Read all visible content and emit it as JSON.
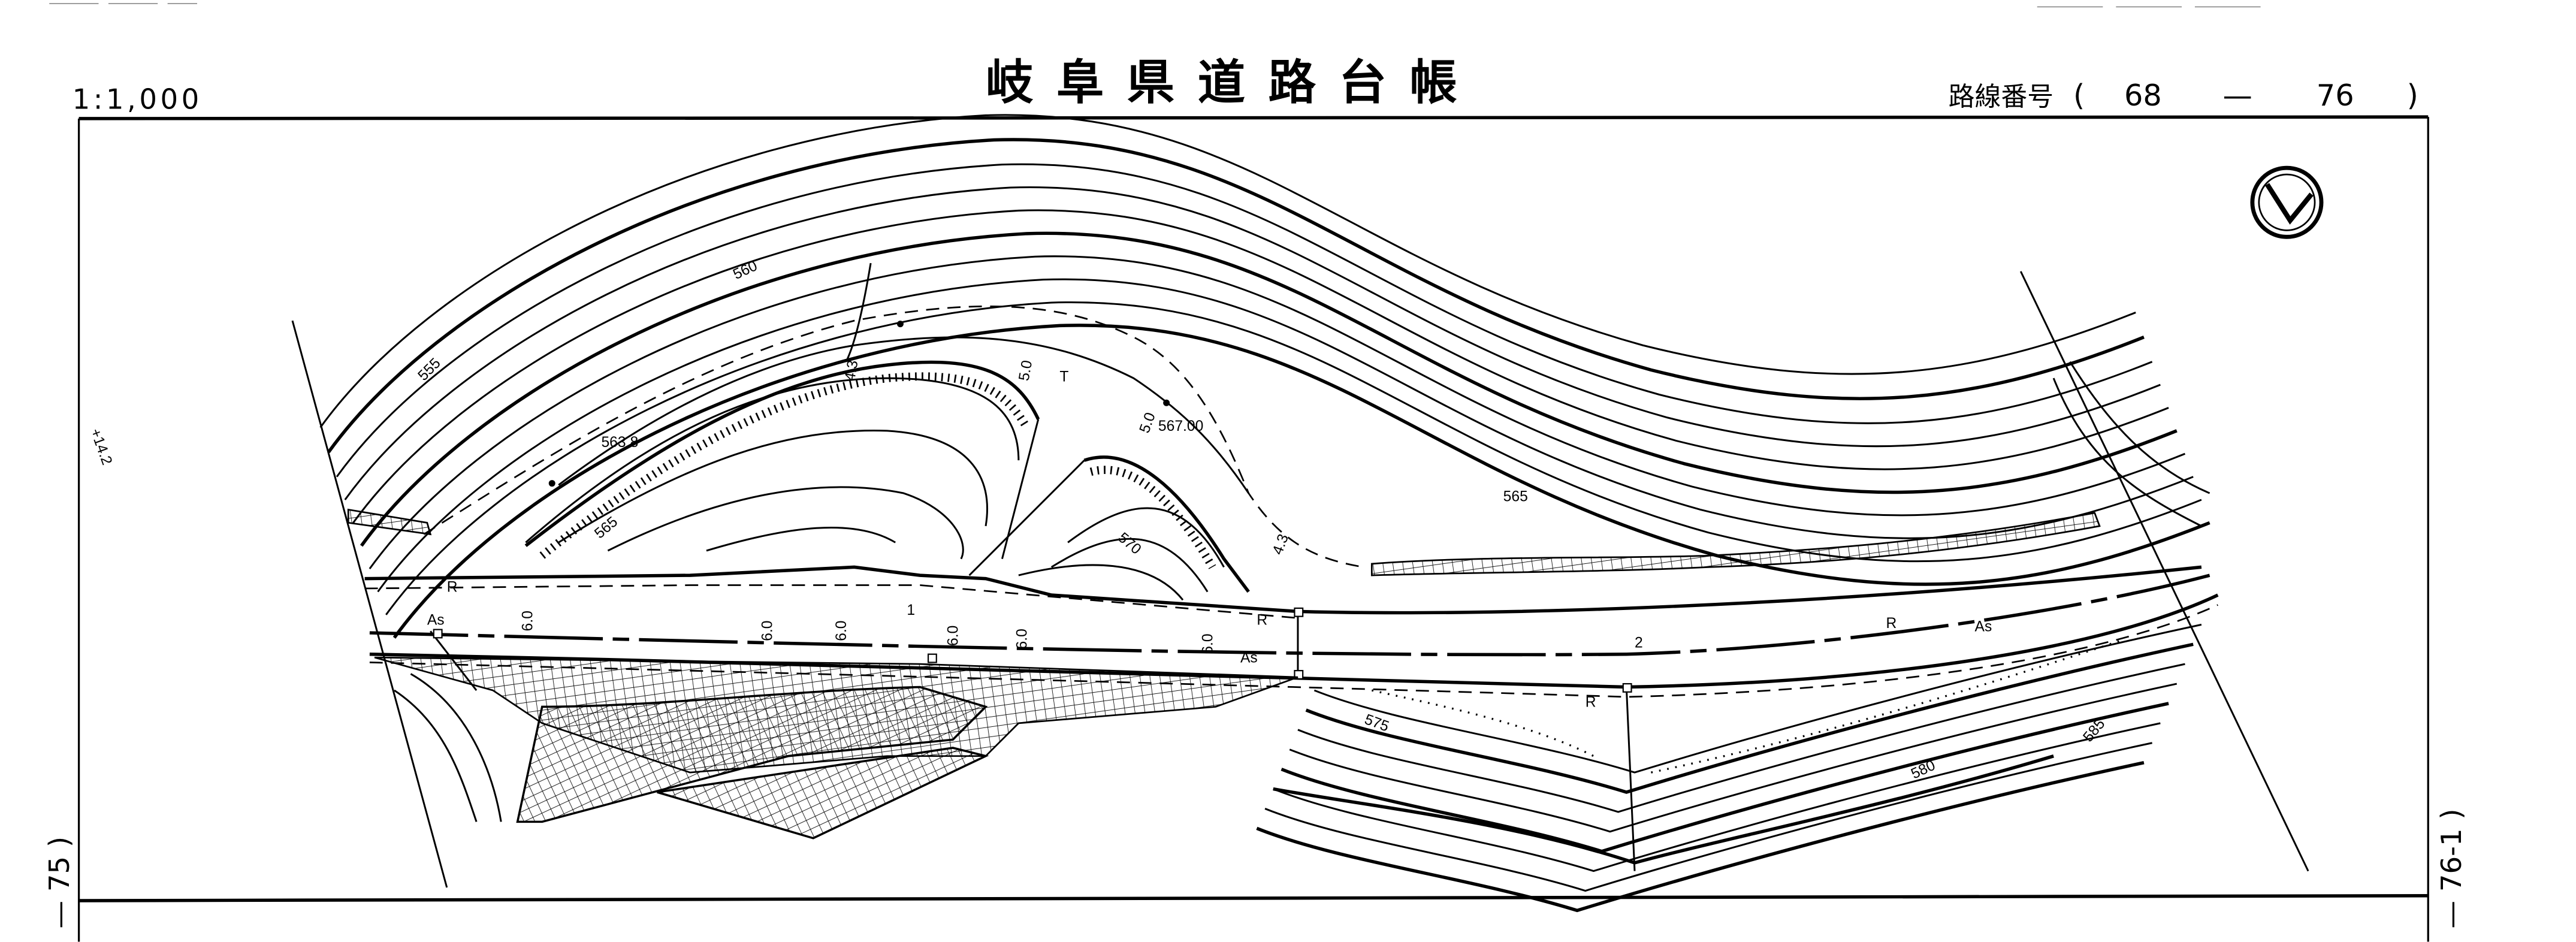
{
  "header": {
    "scale": "1:1,000",
    "title": "岐阜県道路台帳",
    "route_label": "路線番号",
    "route_open": "(",
    "route_from": "68",
    "route_dash": "—",
    "route_to": "76",
    "route_close": ")"
  },
  "margins": {
    "left_sheet": "— 75 )",
    "right_sheet": "— 76-1 )",
    "station_offset": "+14.2"
  },
  "map": {
    "north_arrow": "north-arrow-icon",
    "contour_labels": [
      "555",
      "560",
      "565",
      "565",
      "570",
      "575",
      "580",
      "585"
    ],
    "spot_heights": [
      "563.8",
      "567.00"
    ],
    "road_widths": [
      "6.0",
      "6.0",
      "6.0",
      "6.0",
      "6.0",
      "6.0",
      "4.3",
      "5.0",
      "5.0",
      "4.3"
    ],
    "surface_labels": [
      "As",
      "As",
      "As"
    ],
    "retaining_labels": [
      "R",
      "R",
      "R",
      "R"
    ],
    "stations": [
      "1",
      "2"
    ],
    "symbols": [
      "T"
    ]
  }
}
